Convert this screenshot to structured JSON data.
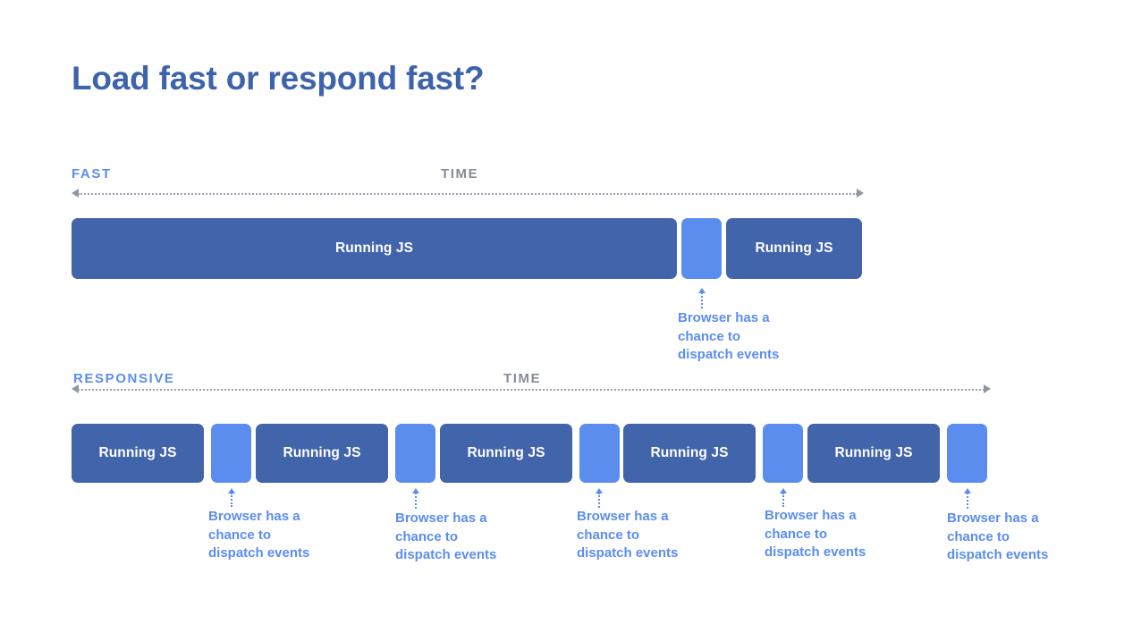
{
  "title": "Load fast or respond fast?",
  "colors": {
    "title": "#3c63ab",
    "js_block": "#4264ab",
    "gap_block": "#5b8def",
    "accent_blue": "#5b8def",
    "time_gray": "#868c96",
    "axis_gray": "#9aa2b1",
    "background": "#ffffff"
  },
  "annotation_text": "Browser has a\nchance to\ndispatch events",
  "sections": [
    {
      "mode_label": "FAST",
      "time_label": "TIME",
      "blocks": [
        {
          "type": "js",
          "label": "Running JS"
        },
        {
          "type": "gap",
          "label": ""
        },
        {
          "type": "js",
          "label": "Running JS"
        }
      ],
      "annotations": [
        {
          "text": "Browser has a\nchance to\ndispatch events"
        }
      ]
    },
    {
      "mode_label": "RESPONSIVE",
      "time_label": "TIME",
      "blocks": [
        {
          "type": "js",
          "label": "Running JS"
        },
        {
          "type": "gap",
          "label": ""
        },
        {
          "type": "js",
          "label": "Running JS"
        },
        {
          "type": "gap",
          "label": ""
        },
        {
          "type": "js",
          "label": "Running JS"
        },
        {
          "type": "gap",
          "label": ""
        },
        {
          "type": "js",
          "label": "Running JS"
        },
        {
          "type": "gap",
          "label": ""
        },
        {
          "type": "js",
          "label": "Running JS"
        },
        {
          "type": "gap",
          "label": ""
        }
      ],
      "annotations": [
        {
          "text": "Browser has a\nchance to\ndispatch events"
        },
        {
          "text": "Browser has a\nchance to\ndispatch events"
        },
        {
          "text": "Browser has a\nchance to\ndispatch events"
        },
        {
          "text": "Browser has a\nchance to\ndispatch events"
        },
        {
          "text": "Browser has a\nchance to\ndispatch events"
        }
      ]
    }
  ]
}
